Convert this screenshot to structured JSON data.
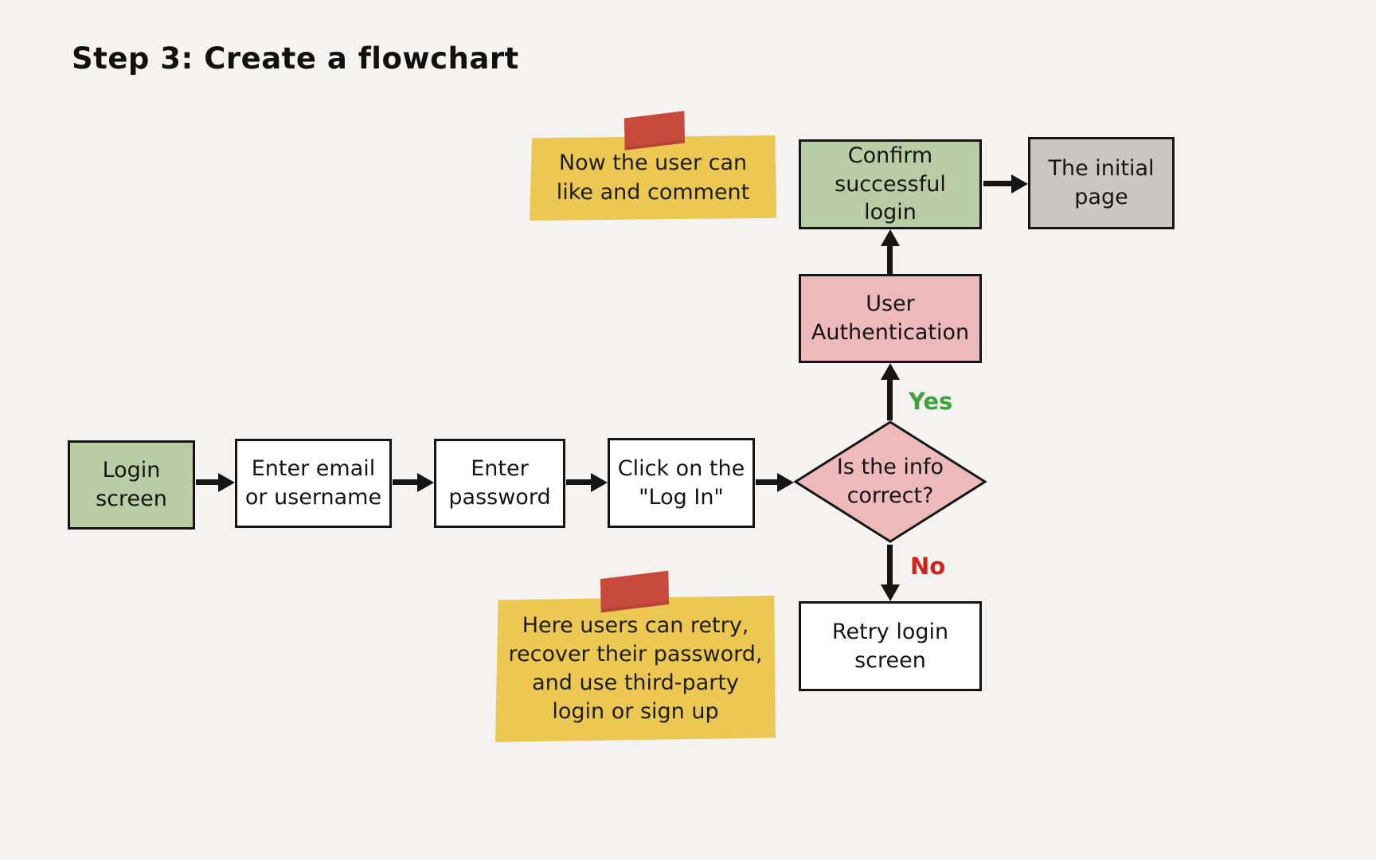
{
  "title": "Step 3: Create a flowchart",
  "flowchart": {
    "nodes": {
      "login_screen": {
        "label": "Login\nscreen",
        "shape": "rect",
        "fill": "#b8cda3"
      },
      "enter_email": {
        "label": "Enter email\nor username",
        "shape": "rect",
        "fill": "#ffffff"
      },
      "enter_password": {
        "label": "Enter\npassword",
        "shape": "rect",
        "fill": "#ffffff"
      },
      "click_login": {
        "label": "Click on the\n\"Log In\"",
        "shape": "rect",
        "fill": "#ffffff"
      },
      "decision": {
        "label": "Is the info\ncorrect?",
        "shape": "diamond",
        "fill": "#eeb9bb"
      },
      "user_auth": {
        "label": "User\nAuthentication",
        "shape": "rect",
        "fill": "#eeb9bb"
      },
      "confirm_login": {
        "label": "Confirm\nsuccessful\nlogin",
        "shape": "rect",
        "fill": "#b8cda3"
      },
      "initial_page": {
        "label": "The initial\npage",
        "shape": "rect",
        "fill": "#c9c7c4"
      },
      "retry_login": {
        "label": "Retry login\nscreen",
        "shape": "rect",
        "fill": "#ffffff"
      }
    },
    "edges": [
      {
        "from": "login_screen",
        "to": "enter_email",
        "label": ""
      },
      {
        "from": "enter_email",
        "to": "enter_password",
        "label": ""
      },
      {
        "from": "enter_password",
        "to": "click_login",
        "label": ""
      },
      {
        "from": "click_login",
        "to": "decision",
        "label": ""
      },
      {
        "from": "decision",
        "to": "user_auth",
        "label": "Yes"
      },
      {
        "from": "user_auth",
        "to": "confirm_login",
        "label": ""
      },
      {
        "from": "confirm_login",
        "to": "initial_page",
        "label": ""
      },
      {
        "from": "decision",
        "to": "retry_login",
        "label": "No"
      }
    ],
    "notes": {
      "note_top": "Now the user can\nlike and comment",
      "note_bottom": "Here users can retry,\nrecover their password,\nand use third-party\nlogin or sign up"
    },
    "colors": {
      "background": "#f4f3f1",
      "green": "#b8cda3",
      "pink": "#eeb9bb",
      "gray": "#c9c7c4",
      "white": "#ffffff",
      "border": "#151515",
      "note_yellow": "#ecc852",
      "tape_red": "#c74a3c",
      "yes_green": "#3fa23b",
      "no_red": "#cd271d"
    }
  }
}
